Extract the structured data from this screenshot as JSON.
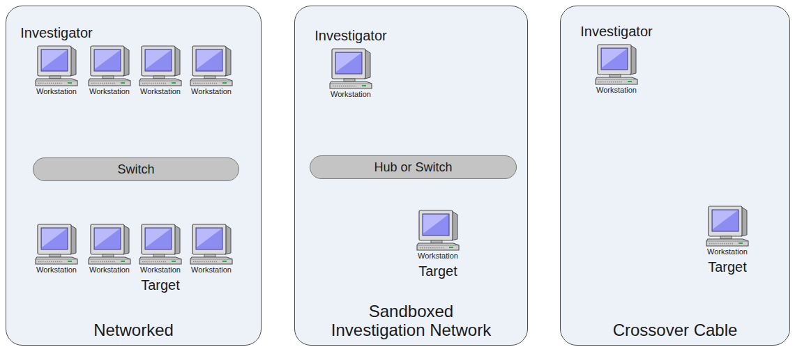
{
  "diagram": {
    "nodes": [
      {
        "text": [
          "Networked"
        ]
      },
      {
        "text": [
          "Investigator",
          "Workstation"
        ],
        "in": 0
      },
      {
        "text": [
          "Workstation"
        ],
        "in": 0
      },
      {
        "text": [
          "Workstation"
        ],
        "in": 0
      },
      {
        "text": [
          "Workstation"
        ],
        "in": 0
      },
      {
        "text": [
          "Switch"
        ],
        "in": 0
      },
      {
        "text": [
          "Workstation"
        ],
        "in": 0
      },
      {
        "text": [
          "Workstation"
        ],
        "in": 0
      },
      {
        "text": [
          "Workstation",
          "Target"
        ],
        "in": 0
      },
      {
        "text": [
          "Workstation"
        ],
        "in": 0
      },
      {
        "text": [
          "Sandboxed Investigation Network"
        ]
      },
      {
        "text": [
          "Investigator",
          "Workstation"
        ],
        "in": 10
      },
      {
        "text": [
          "Hub or Switch"
        ],
        "in": 10
      },
      {
        "text": [
          "Workstation",
          "Target"
        ],
        "in": 10
      },
      {
        "text": [
          "Crossover Cable"
        ]
      },
      {
        "text": [
          "Investigator",
          "Workstation"
        ],
        "in": 14
      },
      {
        "text": [
          "Workstation",
          "Target"
        ],
        "in": 14
      }
    ],
    "edges": [
      {
        "from": 1,
        "to": 5,
        "arrow": "none"
      },
      {
        "from": 2,
        "to": 5,
        "arrow": "none"
      },
      {
        "from": 3,
        "to": 5,
        "arrow": "none"
      },
      {
        "from": 4,
        "to": 5,
        "arrow": "none"
      },
      {
        "from": 5,
        "to": 6,
        "arrow": "none"
      },
      {
        "from": 5,
        "to": 7,
        "arrow": "none"
      },
      {
        "from": 5,
        "to": 8,
        "arrow": "none"
      },
      {
        "from": 5,
        "to": 9,
        "arrow": "none"
      },
      {
        "from": 11,
        "to": 12,
        "arrow": "none"
      },
      {
        "from": 12,
        "to": 13,
        "arrow": "none"
      },
      {
        "from": 15,
        "to": 16,
        "arrow": "none"
      }
    ]
  }
}
